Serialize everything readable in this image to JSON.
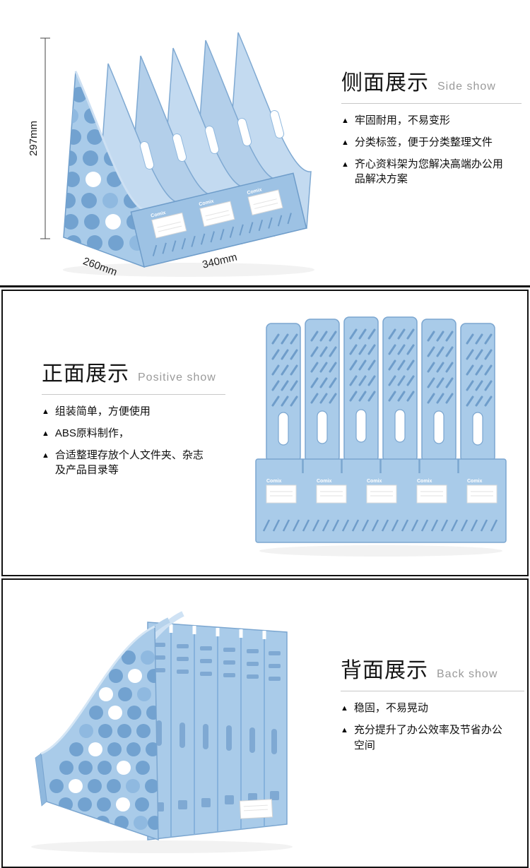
{
  "ui": {
    "bullet_marker": "▲",
    "colors": {
      "product_blue": "#a9cbe9",
      "product_blue_dark": "#6f9dca",
      "title_text": "#151515",
      "subtitle_gray": "#9a9a9a",
      "section_border": "#121212",
      "rule_gray": "#c8c8c8"
    }
  },
  "product": {
    "brand": "Comix"
  },
  "sections": [
    {
      "title_cn": "侧面展示",
      "title_en": "Side show",
      "bullets": [
        "牢固耐用，不易变形",
        "分类标签，便于分类整理文件",
        "齐心资料架为您解决高端办公用品解决方案"
      ],
      "dimensions": {
        "height": "297mm",
        "depth": "260mm",
        "width": "340mm"
      }
    },
    {
      "title_cn": "正面展示",
      "title_en": "Positive show",
      "bullets": [
        "组装简单，方便使用",
        "ABS原料制作，",
        "合适整理存放个人文件夹、杂志及产品目录等"
      ]
    },
    {
      "title_cn": "背面展示",
      "title_en": "Back show",
      "bullets": [
        "稳固，不易晃动",
        "充分提升了办公效率及节省办公空间"
      ]
    }
  ]
}
